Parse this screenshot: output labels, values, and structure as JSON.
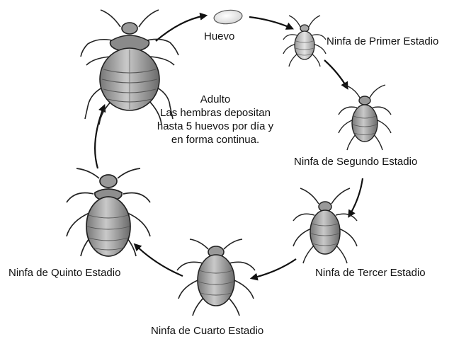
{
  "diagram": {
    "stages": {
      "egg": "Huevo",
      "first_instar": "Ninfa de Primer Estadio",
      "second_instar": "Ninfa de Segundo Estadio",
      "third_instar": "Ninfa de Tercer Estadio",
      "fourth_instar": "Ninfa de Cuarto Estadio",
      "fifth_instar": "Ninfa de Quinto Estadio"
    },
    "adult_note": {
      "title": "Adulto",
      "line1": "Las hembras depositan",
      "line2": "hasta 5 huevos por día y",
      "line3": "en forma continua."
    }
  }
}
